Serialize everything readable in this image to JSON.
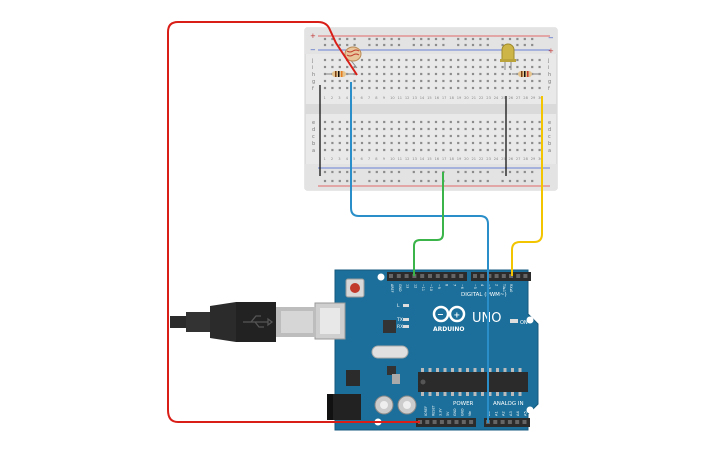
{
  "colors": {
    "wire_red": "#d91e18",
    "wire_blue": "#2a8fc9",
    "wire_green": "#3bb54a",
    "wire_yellow": "#f2c500",
    "wire_black": "#222222",
    "board_blue": "#1b6f9a",
    "breadboard": "#e8e8e8",
    "led_body": "#c8b04a"
  },
  "breadboard": {
    "row_letters_top": [
      "j",
      "i",
      "h",
      "g",
      "f"
    ],
    "row_letters_bottom": [
      "e",
      "d",
      "c",
      "b",
      "a"
    ],
    "column_numbers": [
      "1",
      "2",
      "3",
      "4",
      "5",
      "6",
      "7",
      "8",
      "9",
      "10",
      "11",
      "12",
      "13",
      "14",
      "15",
      "16",
      "17",
      "18",
      "19",
      "20",
      "21",
      "22",
      "23",
      "24",
      "25",
      "26",
      "27",
      "28",
      "29",
      "30"
    ],
    "rail_plus": "+",
    "rail_minus": "−"
  },
  "arduino": {
    "brand": "ARDUINO",
    "model": "UNO",
    "digital_label": "DIGITAL (PWM~)",
    "power_label": "POWER",
    "analog_label": "ANALOG IN",
    "on_label": "ON",
    "l_label": "L",
    "tx_label": "TX",
    "rx_label": "RX",
    "top_header_labels": [
      "AREF",
      "GND",
      "13",
      "12",
      "~11",
      "~10",
      "~9",
      "8",
      "7",
      "~6",
      "~5",
      "4",
      "~3",
      "2",
      "TX▸1",
      "RX◂0"
    ],
    "power_header_labels": [
      "IOREF",
      "RESET",
      "3.3V",
      "5V",
      "GND",
      "GND",
      "Vin"
    ],
    "analog_header_labels": [
      "A0",
      "A1",
      "A2",
      "A3",
      "A4",
      "A5"
    ]
  }
}
